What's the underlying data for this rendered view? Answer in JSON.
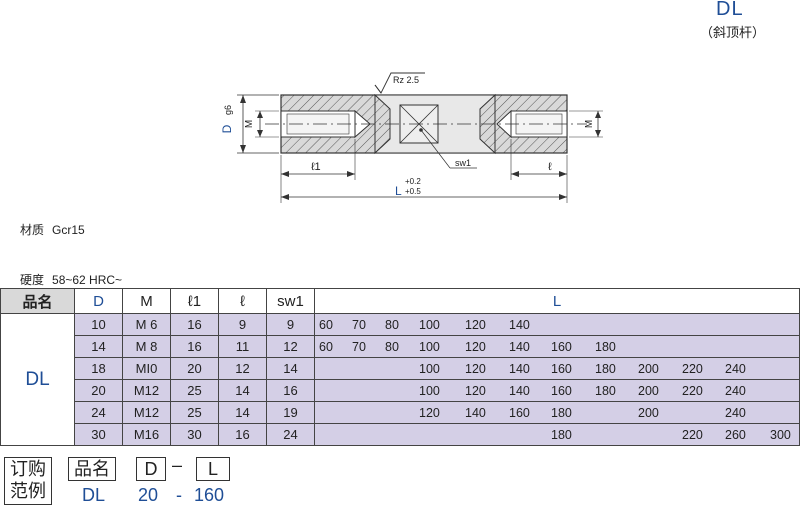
{
  "title": {
    "code": "DL",
    "subtitle": "（斜顶杆）"
  },
  "drawing": {
    "labels": {
      "d": "D",
      "d_tol": "g6",
      "m_left": "M",
      "m_right": "M",
      "rz": "Rz 2.5",
      "sw": "sw1",
      "l1": "ℓ1",
      "l": "ℓ",
      "L": "L",
      "L_tol_upper": "+0.2",
      "L_tol_lower": "+0.5"
    }
  },
  "specs": {
    "material_label": "材质",
    "material_value": "Gcr15",
    "hardness_label": "硬度",
    "hardness_value": "58~62 HRC~"
  },
  "table": {
    "headers": {
      "name": "品名",
      "d": "D",
      "m": "M",
      "l1": "ℓ1",
      "l": "ℓ",
      "sw1": "sw1",
      "L": "L"
    },
    "product": "DL",
    "rows": [
      {
        "d": "10",
        "m": "M 6",
        "l1": "16",
        "l": "9",
        "sw1": "9",
        "L": [
          "60",
          "70",
          "80",
          "100",
          "120",
          "140",
          "",
          "",
          "",
          "",
          "",
          ""
        ]
      },
      {
        "d": "14",
        "m": "M 8",
        "l1": "16",
        "l": "11",
        "sw1": "12",
        "L": [
          "60",
          "70",
          "80",
          "100",
          "120",
          "140",
          "160",
          "180",
          "",
          "",
          "",
          ""
        ]
      },
      {
        "d": "18",
        "m": "MI0",
        "l1": "20",
        "l": "12",
        "sw1": "14",
        "L": [
          "",
          "",
          "",
          "100",
          "120",
          "140",
          "160",
          "180",
          "200",
          "220",
          "240",
          ""
        ]
      },
      {
        "d": "20",
        "m": "M12",
        "l1": "25",
        "l": "14",
        "sw1": "16",
        "L": [
          "",
          "",
          "",
          "100",
          "120",
          "140",
          "160",
          "180",
          "200",
          "220",
          "240",
          ""
        ]
      },
      {
        "d": "24",
        "m": "M12",
        "l1": "25",
        "l": "14",
        "sw1": "19",
        "L": [
          "",
          "",
          "",
          "120",
          "140",
          "160",
          "180",
          "",
          "200",
          "",
          "240",
          ""
        ]
      },
      {
        "d": "30",
        "m": "M16",
        "l1": "30",
        "l": "16",
        "sw1": "24",
        "L": [
          "",
          "",
          "",
          "",
          "",
          "",
          "180",
          "",
          "",
          "220",
          "260",
          "300"
        ]
      }
    ]
  },
  "order": {
    "label_top": "订购",
    "label_bottom": "范例",
    "name_box": "品名",
    "d_box": "D",
    "dash": "–",
    "l_box": "L",
    "example_name": "DL",
    "example_d": "20",
    "example_sep": "-",
    "example_l": "160"
  }
}
